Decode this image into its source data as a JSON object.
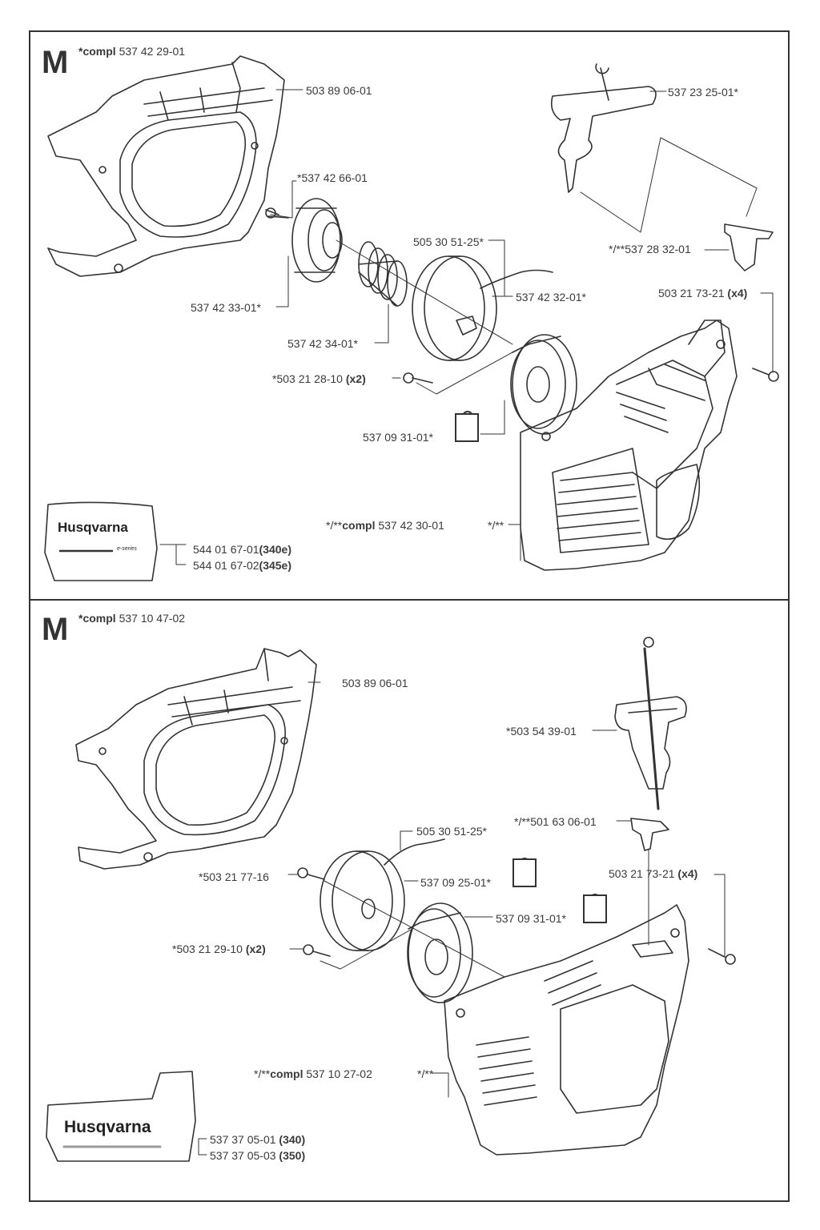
{
  "panels": [
    {
      "letter": "M",
      "compl_prefix": "*compl",
      "compl_number": "537 42 29-01",
      "labels": {
        "frame": "503 89 06-01",
        "handle": "537 23 25-01*",
        "screw_top": "*537 42 66-01",
        "rope": "505 30 51-25*",
        "guide": "*/**537 28 32-01",
        "pulley": "537 42 32-01*",
        "screw_x4_num": "503 21 73-21",
        "screw_x4_qty": "(x4)",
        "hub": "537 42 33-01*",
        "spring": "537 42 34-01*",
        "screw_x2_num": "*503 21 28-10",
        "screw_x2_qty": "(x2)",
        "spring_cassette": "537 09 31-01*",
        "cover_prefix": "*/**",
        "cover_compl": "compl",
        "cover_number": "537 42 30-01",
        "cover_mark": "*/**",
        "decal1_num": "544 01 67-01",
        "decal1_model": "(340e)",
        "decal2_num": "544 01 67-02",
        "decal2_model": "(345e)"
      },
      "decal_brand": "Husqvarna",
      "decal_sub": "e-series"
    },
    {
      "letter": "M",
      "compl_prefix": "*compl",
      "compl_number": "537 10 47-02",
      "labels": {
        "frame": "503 89 06-01",
        "handle": "*503 54 39-01",
        "guide": "*/**501 63 06-01",
        "rope": "505 30 51-25*",
        "screw_single": "*503 21 77-16",
        "pulley": "537 09 25-01*",
        "screw_x4_num": "503 21 73-21",
        "screw_x4_qty": "(x4)",
        "spring_cassette": "537 09 31-01*",
        "screw_x2_num": "*503 21 29-10",
        "screw_x2_qty": "(x2)",
        "cover_prefix": "*/**",
        "cover_compl": "compl",
        "cover_number": "537 10 27-02",
        "cover_mark": "*/**",
        "decal1_num": "537 37 05-01",
        "decal1_model": "(340)",
        "decal2_num": "537 37 05-03",
        "decal2_model": "(350)"
      },
      "decal_brand": "Husqvarna"
    }
  ]
}
